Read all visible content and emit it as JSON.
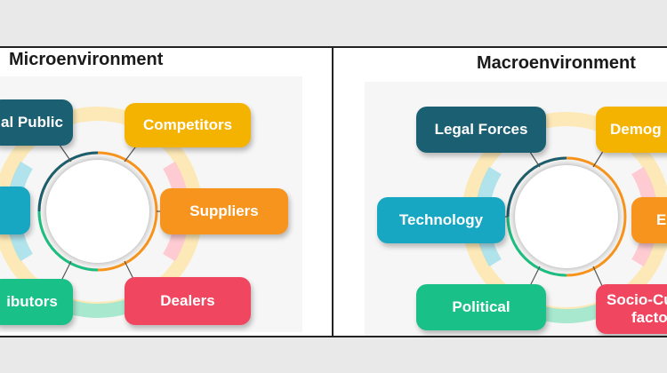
{
  "micro": {
    "title": "Microenvironment",
    "items": {
      "general_public": "al Public",
      "competitors": "Competitors",
      "customers": "",
      "suppliers": "Suppliers",
      "distributors": "ibutors",
      "dealers": "Dealers"
    }
  },
  "macro": {
    "title": "Macroenvironment",
    "items": {
      "legal": "Legal Forces",
      "demographic": "Demog",
      "technology": "Technology",
      "economic": "E",
      "political": "Political",
      "socio_cultural_line1": "Socio-Cu",
      "socio_cultural_line2": "facto"
    }
  },
  "colors": {
    "teal_dark": "#1b5f72",
    "amber": "#f5b301",
    "cyan": "#17a7c3",
    "orange": "#f7941d",
    "green": "#19c087",
    "red": "#f0465f"
  }
}
